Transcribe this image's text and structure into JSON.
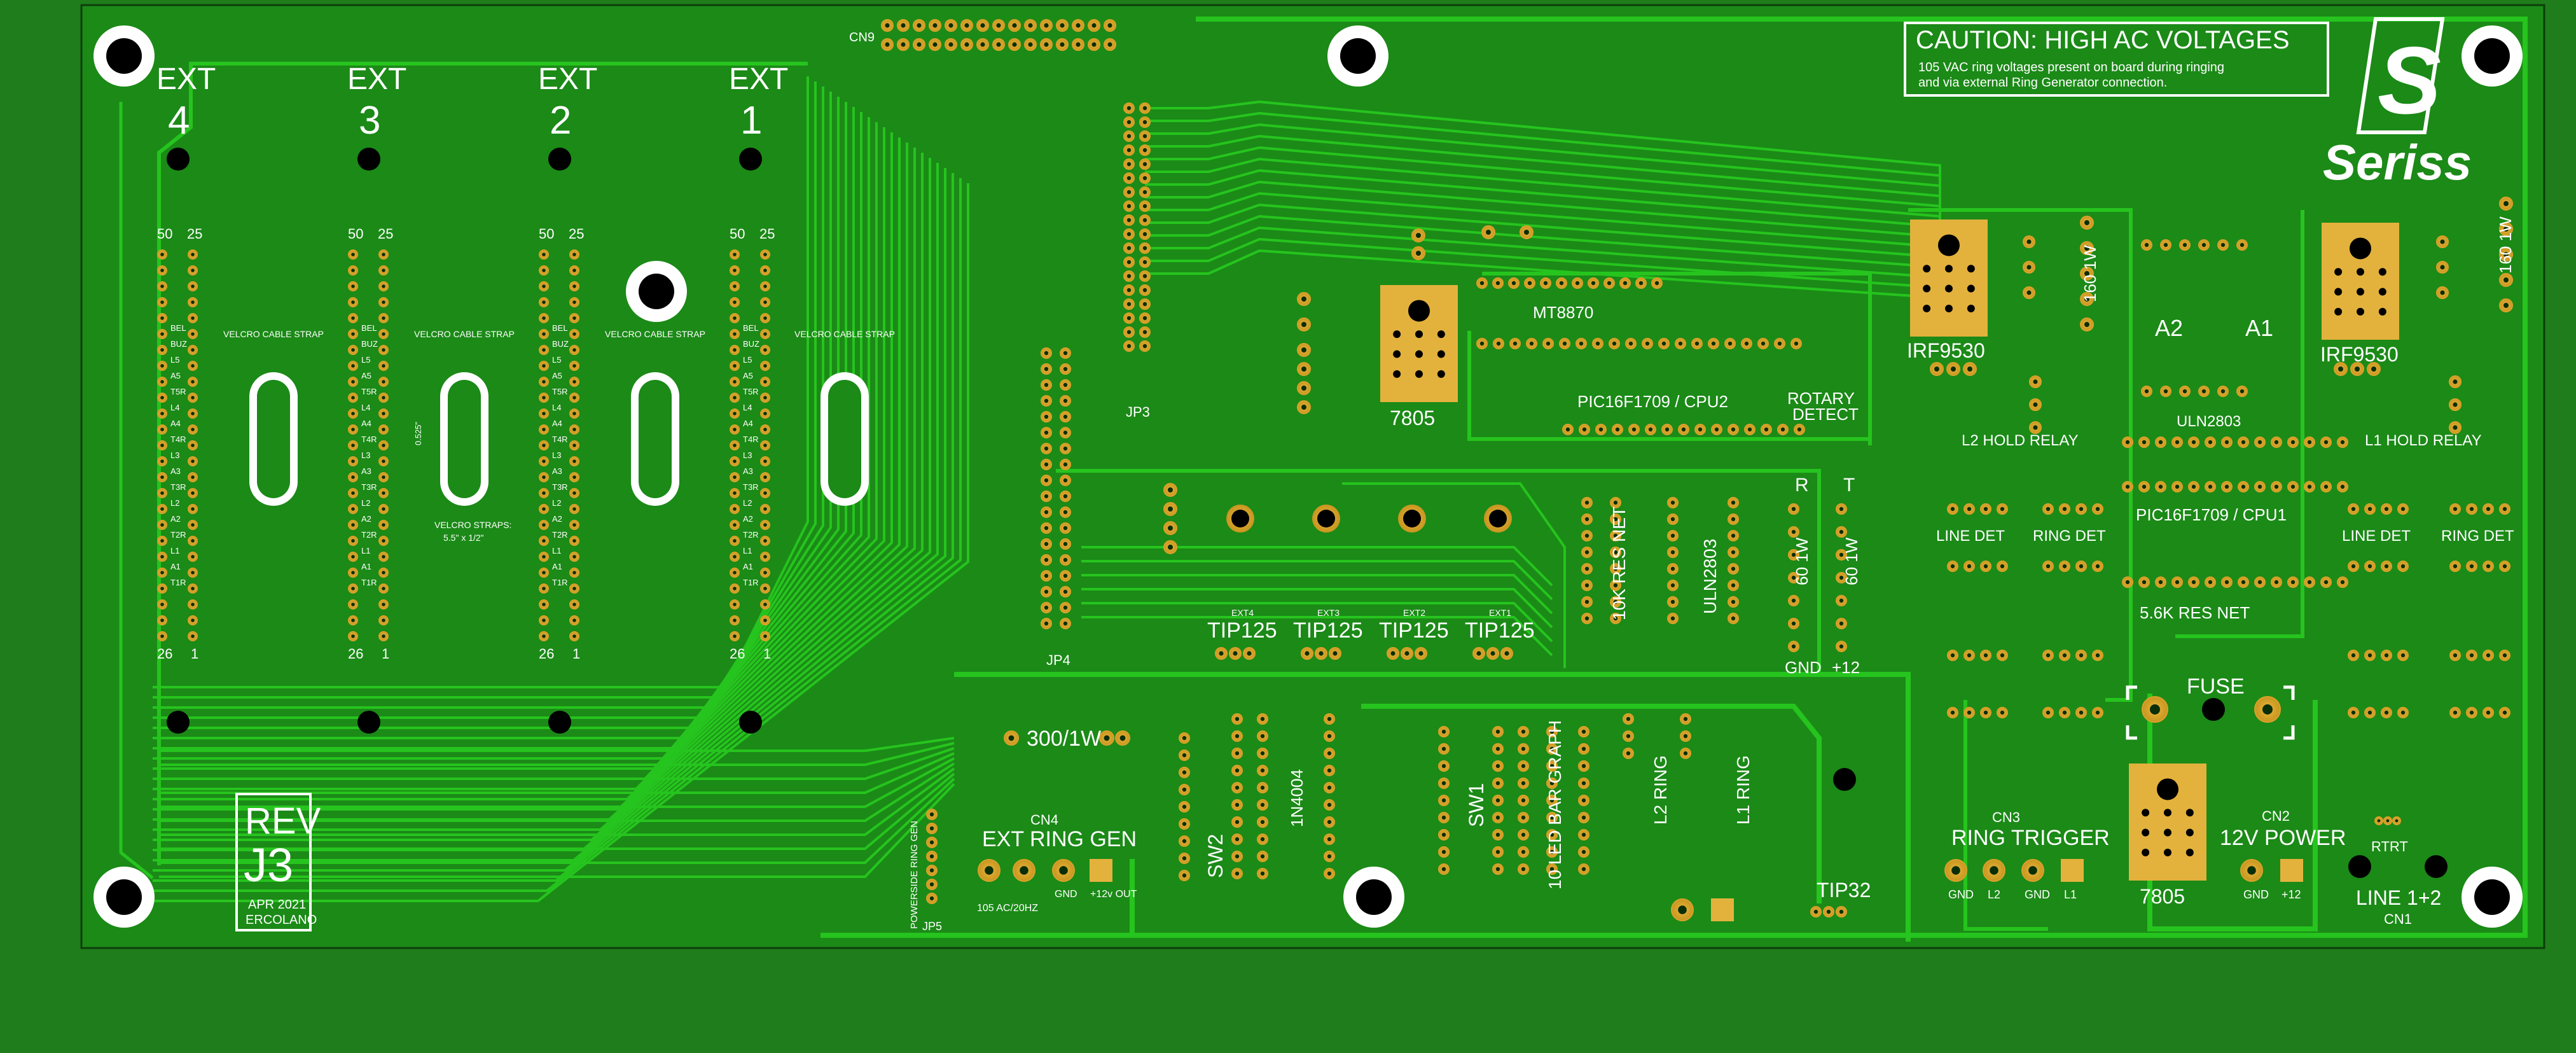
{
  "caution": {
    "title": "CAUTION: HIGH AC VOLTAGES",
    "line1": "105 VAC ring voltages present on board during ringing",
    "line2": "and via external Ring Generator connection."
  },
  "logo": {
    "text": "Seriss",
    "letter": "S"
  },
  "ext_labels": [
    {
      "label": "EXT",
      "num": "4"
    },
    {
      "label": "EXT",
      "num": "3"
    },
    {
      "label": "EXT",
      "num": "2"
    },
    {
      "label": "EXT",
      "num": "1"
    }
  ],
  "pin_top": [
    "50",
    "25"
  ],
  "pin_bottom": [
    "26",
    "1"
  ],
  "pin_names": [
    "BEL",
    "BUZ",
    "L5",
    "A5",
    "T5R",
    "L4",
    "A4",
    "T4R",
    "L3",
    "A3",
    "T3R",
    "L2",
    "A2",
    "T2R",
    "L1",
    "A1",
    "T1R"
  ],
  "velcro": {
    "strap": "VELCRO CABLE STRAP",
    "dim": "0.525\"",
    "straps_line1": "VELCRO STRAPS:",
    "straps_line2": "5.5\" x 1/2\""
  },
  "rev": {
    "label": "REV",
    "code": "J3",
    "date": "APR 2021",
    "author": "ERCOLANO"
  },
  "connectors": {
    "cn9": "CN9",
    "jp3": "JP3",
    "jp4": "JP4",
    "jp5": "JP5",
    "cn4": "CN4",
    "cn3": "CN3",
    "cn2": "CN2",
    "cn1": "CN1"
  },
  "ic_labels": {
    "mt8870": "MT8870",
    "cpu2": "PIC16F1709 / CPU2",
    "rotary": "ROTARY",
    "detect": "DETECT",
    "reg_top": "7805",
    "reg_bottom": "7805",
    "irf_left": "IRF9530",
    "irf_right": "IRF9530",
    "uln_right": "ULN2803",
    "uln_mid": "ULN2803",
    "cpu1": "PIC16F1709 / CPU1",
    "res56": "5.6K RES NET",
    "res10": "10K RES NET",
    "a2": "A2",
    "a1": "A1",
    "l2hold": "L2 HOLD RELAY",
    "l1hold": "L1 HOLD RELAY",
    "linedet_l": "LINE DET",
    "ringdet_l": "RING DET",
    "linedet_r": "LINE DET",
    "ringdet_r": "RING DET",
    "r160a": "160 1W",
    "r160b": "160 1W",
    "r60a": "60 1W",
    "r60b": "60 1W",
    "r_lbl": "R",
    "t_lbl": "T",
    "gnd": "GND",
    "p12": "+12",
    "fuse": "FUSE",
    "tip125": [
      "TIP125",
      "TIP125",
      "TIP125",
      "TIP125"
    ],
    "ext_small": [
      "EXT4",
      "EXT3",
      "EXT2",
      "EXT1"
    ],
    "r300": "300/1W",
    "ext_ring_gen": "EXT RING GEN",
    "ac_note": "105 AC/20HZ",
    "gnd_small": "GND",
    "p12_out": "+12v OUT",
    "sw2": "SW2",
    "sw1": "SW1",
    "diode": "1N4004",
    "led": "10 LED BAR GRAPH",
    "l2ring": "L2 RING",
    "l1ring": "L1 RING",
    "tip32": "TIP32",
    "ring_trigger": "RING TRIGGER",
    "rt_pins": [
      "GND",
      "L2",
      "GND",
      "L1"
    ],
    "power12": "12V POWER",
    "pw_pins": [
      "GND",
      "+12"
    ],
    "line12": "LINE 1+2",
    "rtrt": "RTRT",
    "powerside": "POWERSIDE RING GEN"
  }
}
